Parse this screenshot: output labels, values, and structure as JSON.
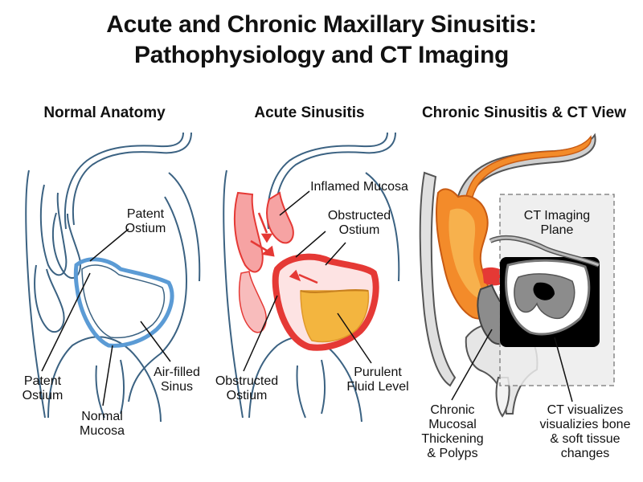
{
  "title": {
    "line1": "Acute and Chronic Maxillary Sinusitis:",
    "line2": "Pathophysiology and CT Imaging"
  },
  "panels": {
    "normal": {
      "title": "Normal Anatomy",
      "labels": {
        "patent_ostium_top_l1": "Patent",
        "patent_ostium_top_l2": "Ostium",
        "patent_ostium_left_l1": "Patent",
        "patent_ostium_left_l2": "Ostium",
        "normal_mucosa_l1": "Normal",
        "normal_mucosa_l2": "Mucosa",
        "air_filled_l1": "Air-filled",
        "air_filled_l2": "Sinus"
      }
    },
    "acute": {
      "title": "Acute Sinusitis",
      "labels": {
        "inflamed_mucosa": "Inflamed Mucosa",
        "obstructed_top_l1": "Obstructed",
        "obstructed_top_l2": "Ostium",
        "obstructed_left_l1": "Obstructed",
        "obstructed_left_l2": "Ostium",
        "purulent_l1": "Purulent",
        "purulent_l2": "Fluid Level"
      }
    },
    "chronic": {
      "title": "Chronic Sinusitis & CT View",
      "labels": {
        "ct_plane_l1": "CT Imaging",
        "ct_plane_l2": "Plane",
        "chronic_l1": "Chronic",
        "chronic_l2": "Mucosal",
        "chronic_l3": "Thickening",
        "chronic_l4": "& Polyps",
        "ct_vis_l1": "CT visualizes",
        "ct_vis_l2": "visualizies bone",
        "ct_vis_l3": "& soft tissue",
        "ct_vis_l4": "changes"
      }
    }
  },
  "colors": {
    "outline": "#3b6282",
    "normal_mucosa": "#5b9bd5",
    "inflamed": "#e53935",
    "inflamed_light": "#f6a3a3",
    "pus": "#f3b53f",
    "chronic_orange": "#f38b2a",
    "ct_gray": "#8c8c8c",
    "ct_black": "#000000"
  }
}
